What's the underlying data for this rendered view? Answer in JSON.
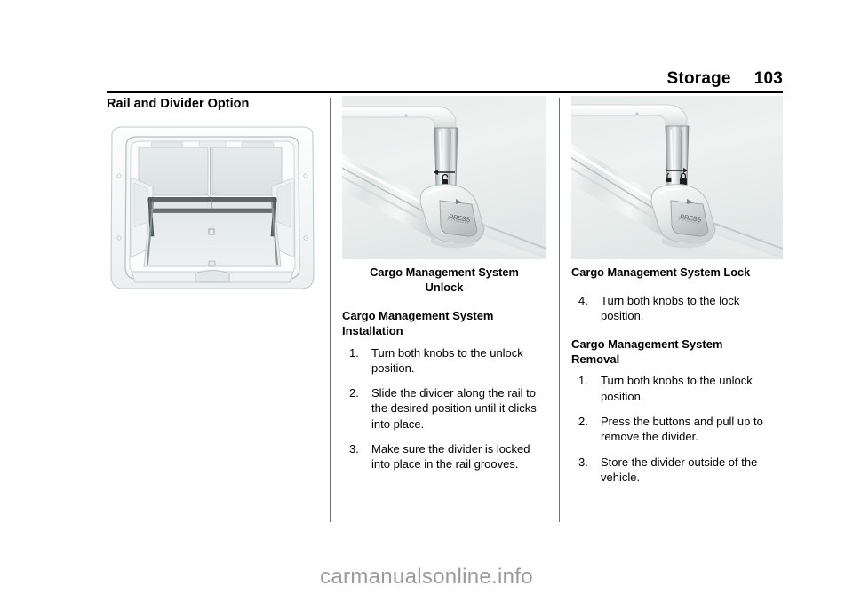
{
  "header": {
    "title": "Storage",
    "page_number": "103"
  },
  "left_column": {
    "heading": "Rail and Divider Option",
    "figure": {
      "name": "cargo-area-with-divider",
      "alt": "Rear cargo area of SUV with rail and divider installed"
    }
  },
  "middle_column": {
    "figure": {
      "name": "cargo-management-knob-unlock",
      "alt": "Cargo management system knob turned to unlock position with PRESS button",
      "knob_label": "PRESS",
      "lock_state": "unlock"
    },
    "caption_line1": "Cargo Management System",
    "caption_line2": "Unlock",
    "subheading_line1": "Cargo Management System",
    "subheading_line2": "Installation",
    "steps": [
      {
        "num": "1.",
        "text": "Turn both knobs to the unlock position."
      },
      {
        "num": "2.",
        "text": "Slide the divider along the rail to the desired position until it clicks into place."
      },
      {
        "num": "3.",
        "text": "Make sure the divider is locked into place in the rail grooves."
      }
    ]
  },
  "right_column": {
    "figure": {
      "name": "cargo-management-knob-lock",
      "alt": "Cargo management system knob turned to lock position with PRESS button",
      "knob_label": "PRESS",
      "lock_state": "lock"
    },
    "caption": "Cargo Management System Lock",
    "steps_continued": [
      {
        "num": "4.",
        "text": "Turn both knobs to the lock position."
      }
    ],
    "subheading_line1": "Cargo Management System",
    "subheading_line2": "Removal",
    "removal_steps": [
      {
        "num": "1.",
        "text": "Turn both knobs to the unlock position."
      },
      {
        "num": "2.",
        "text": "Press the buttons and pull up to remove the divider."
      },
      {
        "num": "3.",
        "text": "Store the divider outside of the vehicle."
      }
    ]
  },
  "watermark": {
    "text": "carmanualsonline.info"
  },
  "colors": {
    "text": "#000000",
    "rule": "#000000",
    "column_rule": "#6f6f6f",
    "watermark": "#9a9a9a",
    "illustration_light": "#e8ecec",
    "illustration_mid": "#c9d2d2",
    "illustration_dark": "#5a6163"
  }
}
